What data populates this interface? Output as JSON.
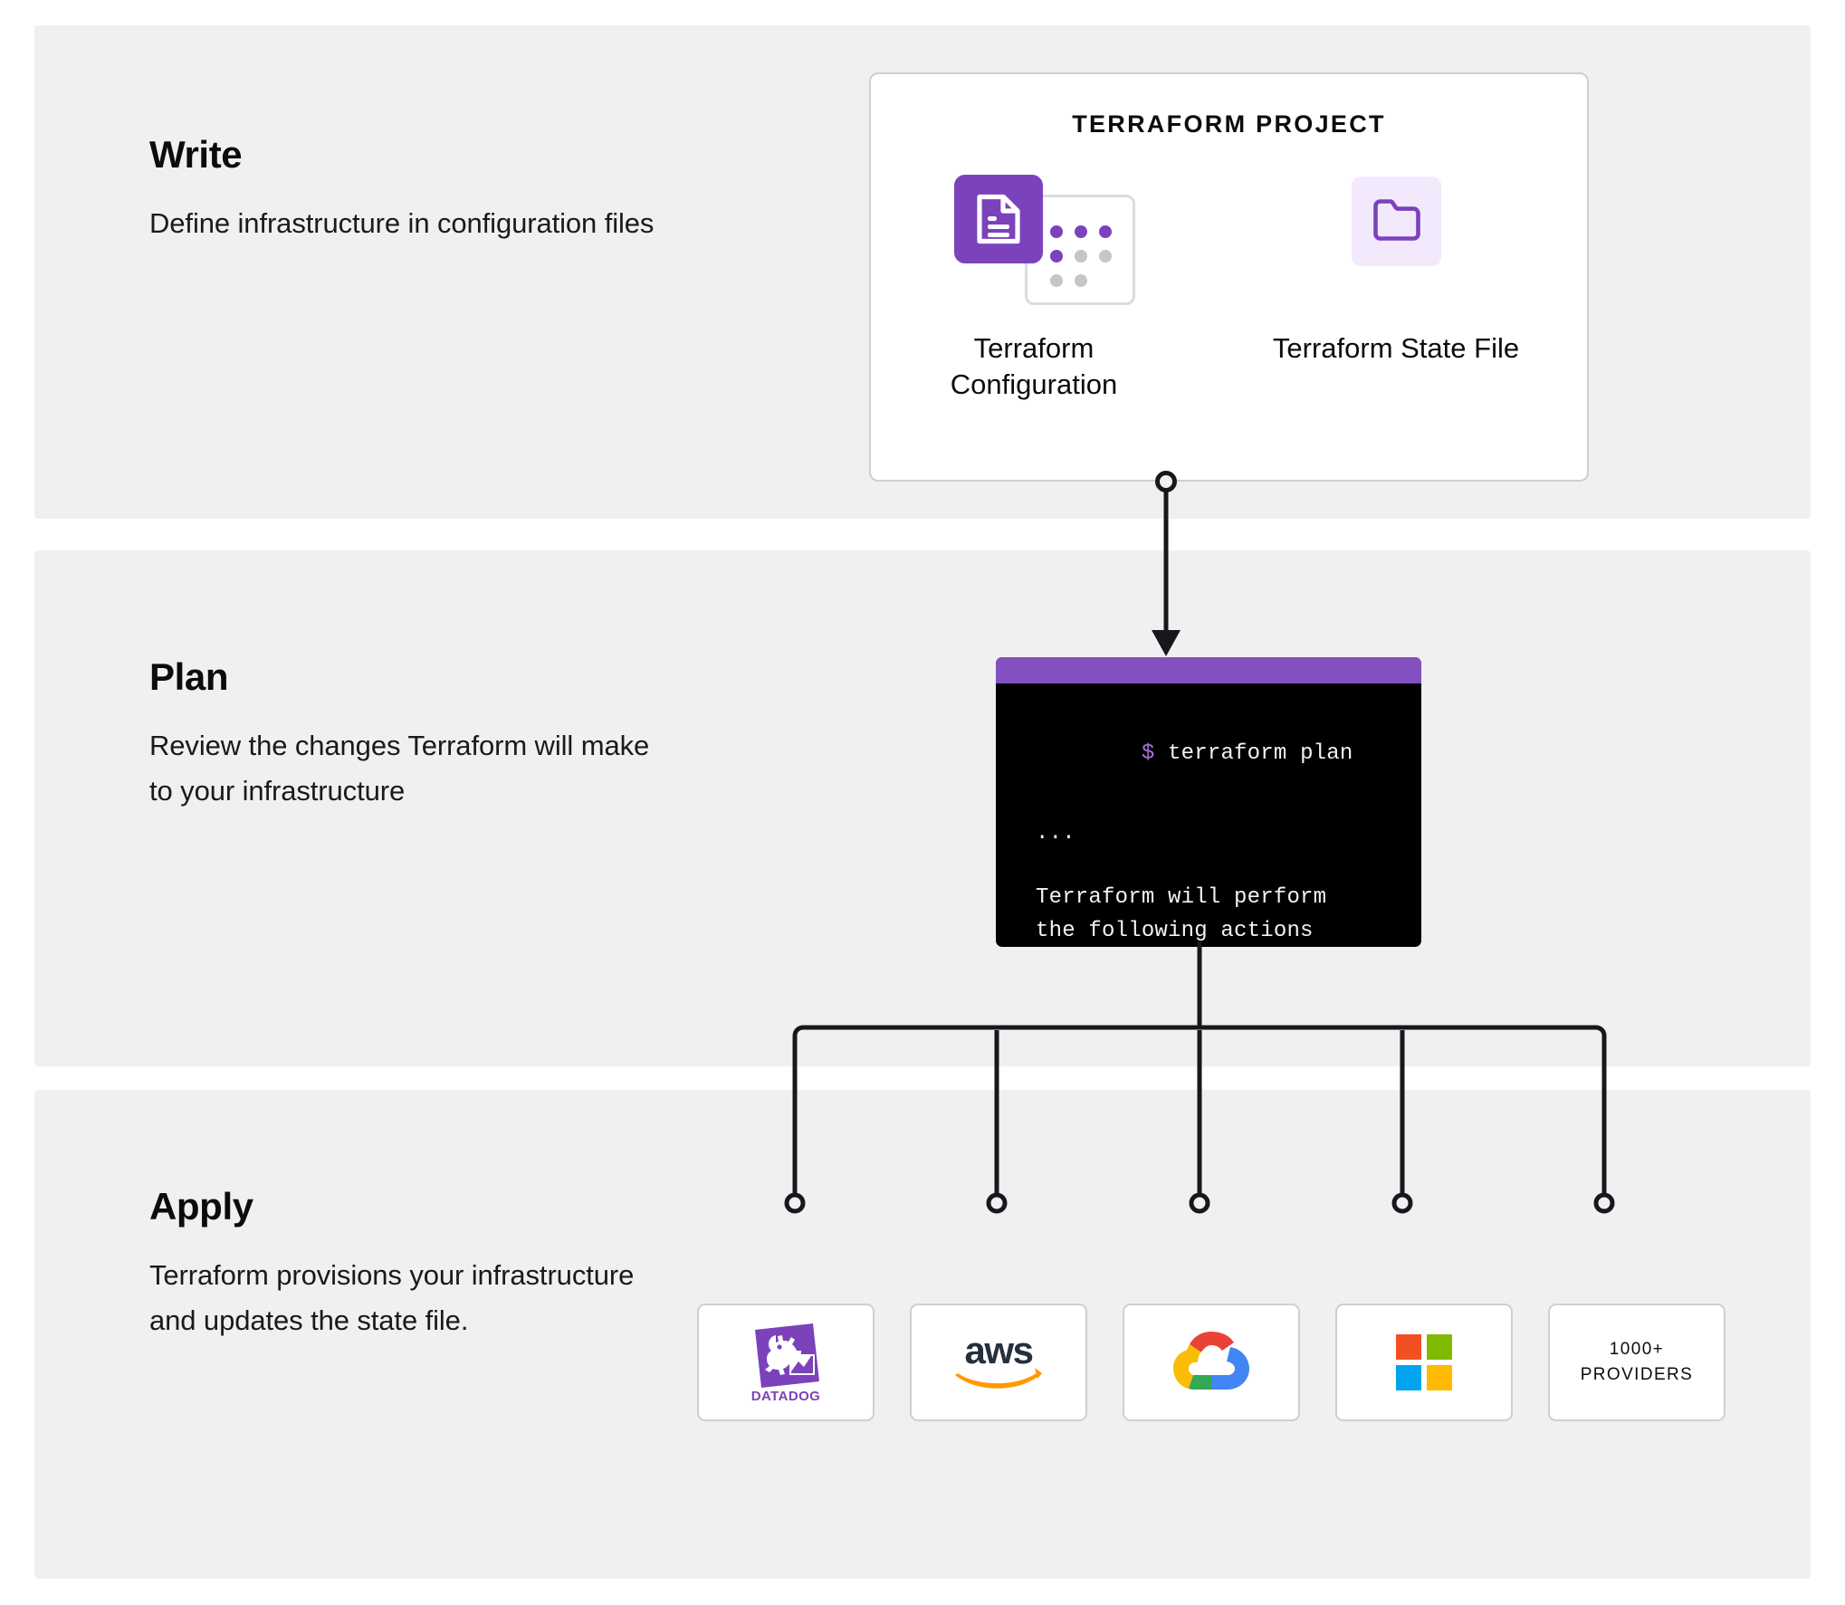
{
  "steps": [
    {
      "heading": "Write",
      "body": "Define infrastructure in configuration files"
    },
    {
      "heading": "Plan",
      "body": "Review the changes Terraform will make to your infrastructure"
    },
    {
      "heading": "Apply",
      "body": "Terraform provisions your infrastructure and updates the state file."
    }
  ],
  "project": {
    "title": "TERRAFORM PROJECT",
    "assets": [
      {
        "label": "Terraform Configuration",
        "icon": "document-file-icon"
      },
      {
        "label": "Terraform State File",
        "icon": "folder-icon"
      }
    ]
  },
  "terminal": {
    "prompt": "$",
    "command": "terraform plan",
    "ellipsis": "...",
    "output_line_1": "Terraform will perform",
    "output_line_2": "the following actions"
  },
  "providers": [
    {
      "name": "Datadog",
      "icon": "datadog-logo"
    },
    {
      "name": "aws",
      "icon": "aws-logo"
    },
    {
      "name": "Google Cloud",
      "icon": "google-cloud-logo"
    },
    {
      "name": "Microsoft",
      "icon": "microsoft-logo"
    },
    {
      "name": "1000+ PROVIDERS",
      "icon": "providers-count",
      "line1": "1000+",
      "line2": "PROVIDERS"
    }
  ],
  "colors": {
    "brand_purple": "#7b42bc",
    "terminal_bar": "#8250bf",
    "panel_bg": "#f0f0f0",
    "state_tile_bg": "#f3e9fd",
    "aws_navy": "#252f3e",
    "aws_orange": "#ff9900",
    "ms_red": "#f25022",
    "ms_green": "#7fba00",
    "ms_blue": "#00a4ef",
    "ms_yellow": "#ffb900",
    "gcp_red": "#ea4335",
    "gcp_blue": "#4285f4",
    "gcp_yellow": "#fbbc05",
    "gcp_green": "#34a853"
  }
}
